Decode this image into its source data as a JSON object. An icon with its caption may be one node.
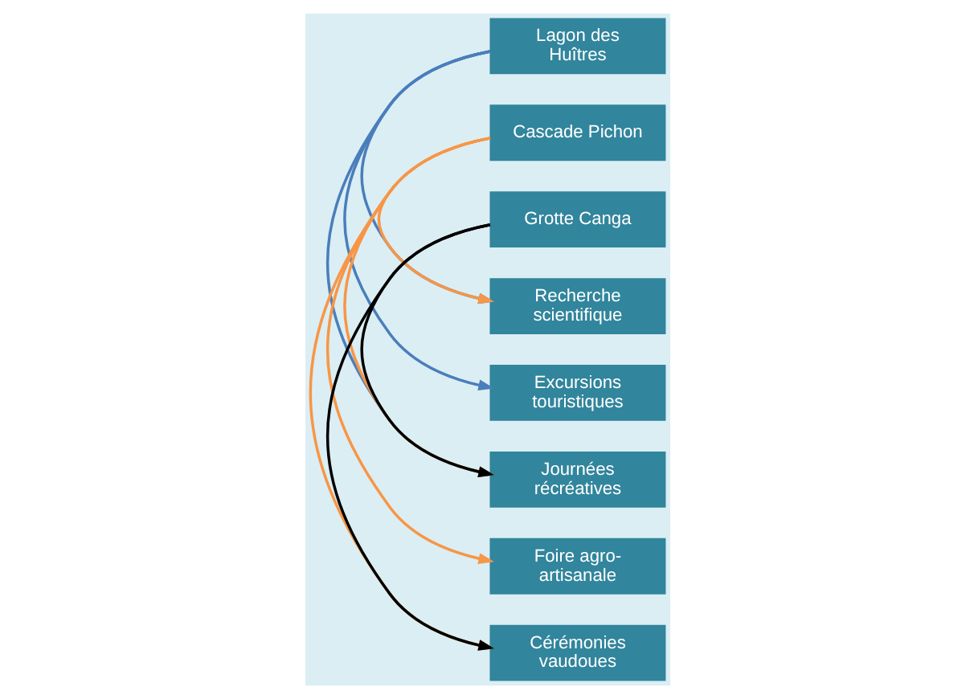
{
  "diagram": {
    "nodes": [
      {
        "text": [
          "Lagon des Huîtres"
        ]
      },
      {
        "text": [
          "Cascade Pichon"
        ]
      },
      {
        "text": [
          "Grotte Canga"
        ]
      },
      {
        "text": [
          "Recherche scientifique"
        ]
      },
      {
        "text": [
          "Excursions touristiques"
        ]
      },
      {
        "text": [
          "Journées récréatives"
        ]
      },
      {
        "text": [
          "Foire agro-artisanale"
        ]
      },
      {
        "text": [
          "Cérémonies vaudoues"
        ]
      }
    ],
    "edges": [
      {
        "from": 0,
        "to": 3,
        "arrow": "to",
        "color": "#4a7ebb"
      },
      {
        "from": 0,
        "to": 4,
        "arrow": "to",
        "color": "#4a7ebb"
      },
      {
        "from": 0,
        "to": 5,
        "arrow": "to",
        "color": "#4a7ebb"
      },
      {
        "from": 1,
        "to": 3,
        "arrow": "to"
      },
      {
        "from": 1,
        "to": 5,
        "arrow": "to"
      },
      {
        "from": 1,
        "to": 6,
        "arrow": "to"
      },
      {
        "from": 1,
        "to": 7,
        "arrow": "to"
      },
      {
        "from": 2,
        "to": 5,
        "arrow": "to",
        "color": "#000000"
      },
      {
        "from": 2,
        "to": 7,
        "arrow": "to",
        "color": "#000000"
      }
    ]
  }
}
